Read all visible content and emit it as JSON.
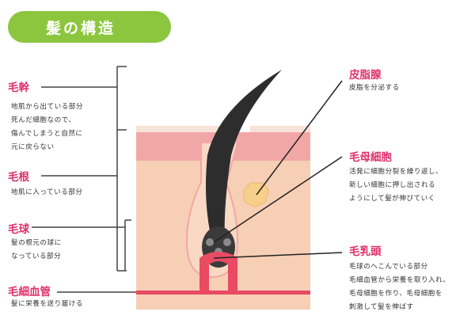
{
  "title": "髪の構造",
  "colors": {
    "title_bg": "#8cc63f",
    "label": "#e0306a",
    "skin_top": "#f7e3d7",
    "skin_pink": "#f2a7a7",
    "skin_deep": "#f6cfb5",
    "hair": "#2d2d2d",
    "papilla": "#e94b63",
    "sebaceous": "#f6d08a"
  },
  "left": {
    "kankan": {
      "label": "毛幹",
      "lines": [
        "地肌から出ている部分",
        "死んだ細胞なので、",
        "傷んでしまうと自然に",
        "元に戻らない"
      ]
    },
    "mokon": {
      "label": "毛根",
      "lines": [
        "地肌に入っている部分"
      ]
    },
    "mokyu": {
      "label": "毛球",
      "lines": [
        "髪の根元の球に",
        "なっている部分"
      ]
    },
    "kekkan": {
      "label": "毛細血管",
      "lines": [
        "髪に栄養を送り届ける"
      ]
    }
  },
  "right": {
    "hishisen": {
      "label": "皮脂腺",
      "lines": [
        "皮脂を分泌する"
      ]
    },
    "bosaibou": {
      "label": "毛母細胞",
      "lines": [
        "活発に細胞分裂を繰り返し、",
        "新しい細胞に押し出される",
        "ようにして髪が伸びていく"
      ]
    },
    "nyuto": {
      "label": "毛乳頭",
      "lines": [
        "毛球のへこんでいる部分",
        "毛細血管から栄養を取り入れ、",
        "毛母細胞を作り、毛母細胞を",
        "刺激して髪を伸ばす"
      ]
    }
  }
}
